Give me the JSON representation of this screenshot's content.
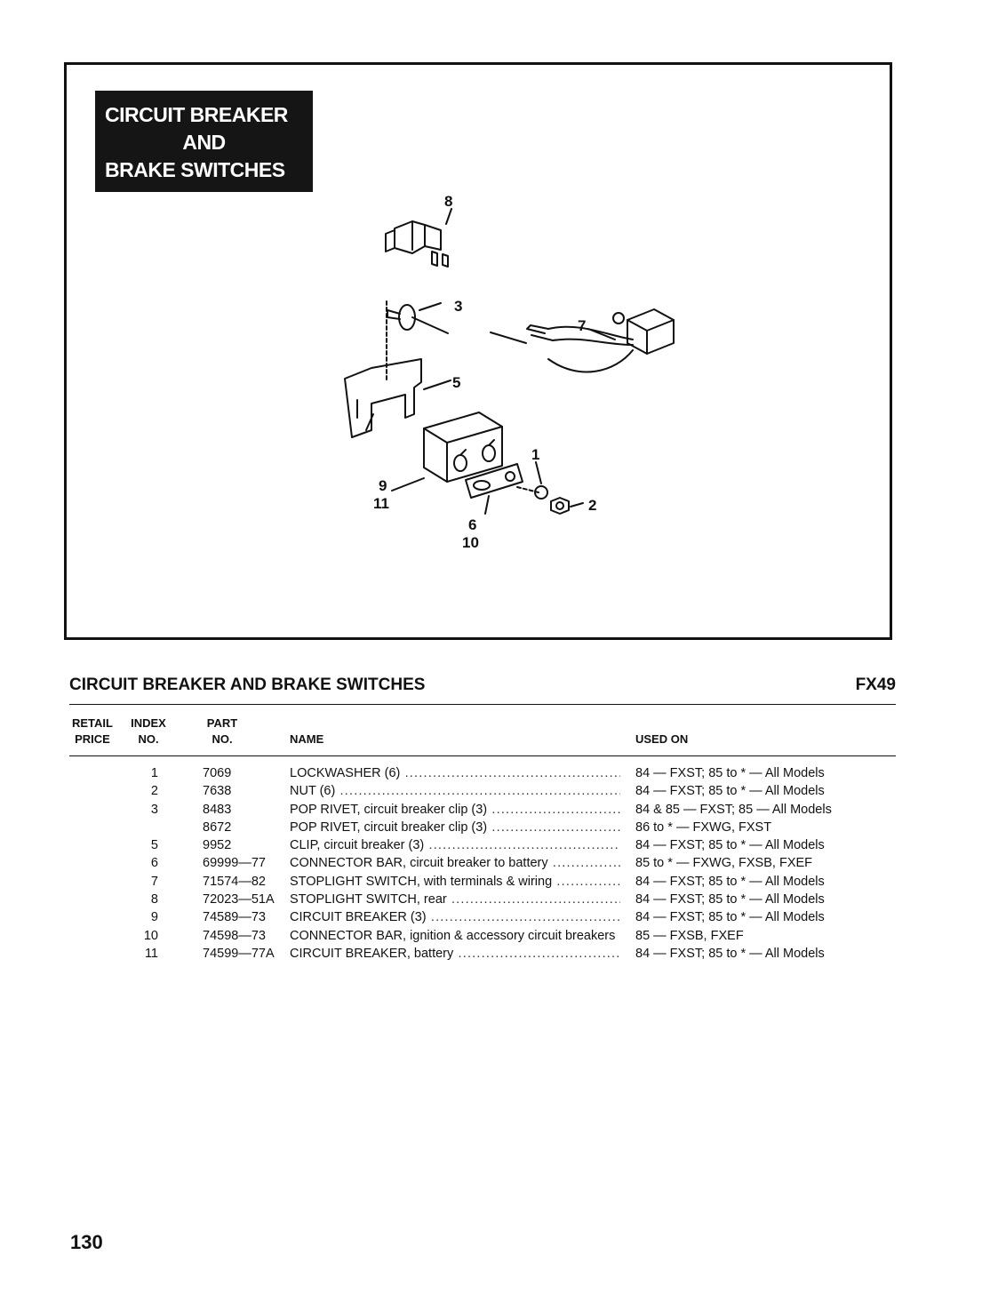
{
  "figure": {
    "title_lines": [
      "CIRCUIT BREAKER",
      "AND",
      "BRAKE SWITCHES"
    ],
    "callouts": [
      "8",
      "3",
      "7",
      "5",
      "1",
      "9",
      "11",
      "6",
      "10",
      "2"
    ]
  },
  "section": {
    "title": "CIRCUIT BREAKER AND BRAKE SWITCHES",
    "code": "FX49"
  },
  "table": {
    "headers": {
      "retail_price": [
        "RETAIL",
        "PRICE"
      ],
      "index_no": [
        "INDEX",
        "NO."
      ],
      "part_no": [
        "PART",
        "NO."
      ],
      "name": "NAME",
      "used_on": "USED ON"
    },
    "rows": [
      {
        "index": "1",
        "part": "7069",
        "name": "LOCKWASHER (6)",
        "used_on": "84 — FXST; 85 to * — All Models"
      },
      {
        "index": "2",
        "part": "7638",
        "name": "NUT (6)",
        "used_on": "84 — FXST; 85 to * — All Models"
      },
      {
        "index": "3",
        "part": "8483",
        "name": "POP RIVET, circuit breaker clip (3)",
        "used_on": "84 & 85 — FXST; 85 — All Models"
      },
      {
        "index": "",
        "part": "8672",
        "name": "POP RIVET, circuit breaker clip (3)",
        "used_on": "86 to * — FXWG, FXST"
      },
      {
        "index": "5",
        "part": "9952",
        "name": "CLIP, circuit breaker (3)",
        "used_on": "84 — FXST; 85 to * — All Models"
      },
      {
        "index": "6",
        "part": "69999—77",
        "name": "CONNECTOR BAR, circuit breaker to battery",
        "used_on": "85 to * — FXWG, FXSB, FXEF"
      },
      {
        "index": "7",
        "part": "71574—82",
        "name": "STOPLIGHT SWITCH, with terminals & wiring",
        "used_on": "84 — FXST; 85 to * — All Models"
      },
      {
        "index": "8",
        "part": "72023—51A",
        "name": "STOPLIGHT SWITCH, rear",
        "used_on": "84 — FXST; 85 to * — All Models"
      },
      {
        "index": "9",
        "part": "74589—73",
        "name": "CIRCUIT BREAKER (3)",
        "used_on": "84 — FXST; 85 to * — All Models"
      },
      {
        "index": "10",
        "part": "74598—73",
        "name": "CONNECTOR BAR, ignition & accessory circuit breakers",
        "used_on": "85 — FXSB, FXEF"
      },
      {
        "index": "11",
        "part": "74599—77A",
        "name": "CIRCUIT BREAKER, battery",
        "used_on": "84 — FXST; 85 to * — All Models"
      }
    ]
  },
  "page_number": "130"
}
